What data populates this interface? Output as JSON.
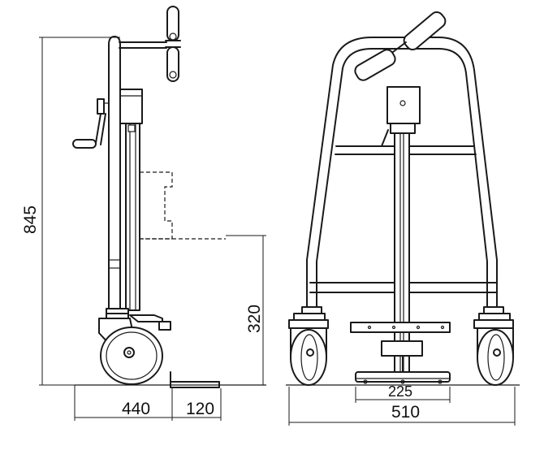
{
  "dimensions": {
    "overall_height": "845",
    "platform_height": "320",
    "depth": "440",
    "platform_length": "120",
    "platform_width": "225",
    "overall_width": "510"
  }
}
